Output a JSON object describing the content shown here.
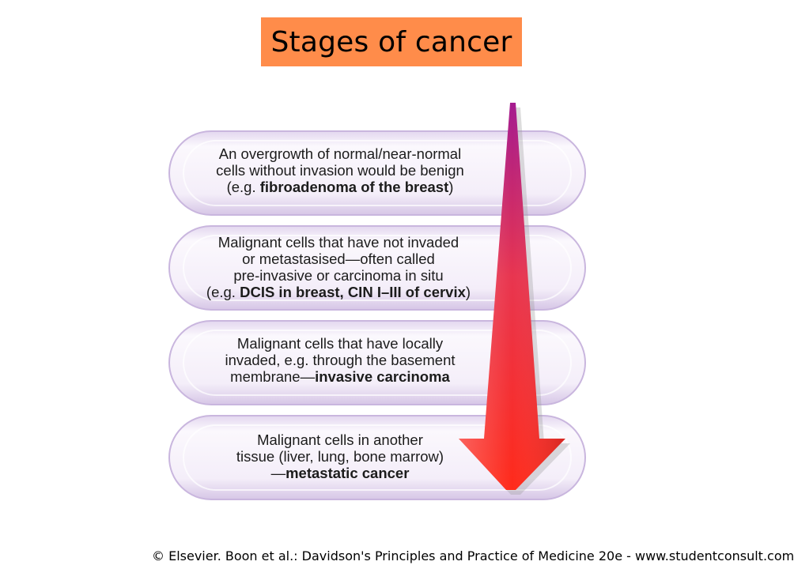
{
  "title": "Stages of cancer",
  "stages": [
    {
      "lines": [
        {
          "parts": [
            {
              "text": "An overgrowth of normal/near-normal",
              "bold": false
            }
          ]
        },
        {
          "parts": [
            {
              "text": "cells without invasion would be benign",
              "bold": false
            }
          ]
        },
        {
          "parts": [
            {
              "text": "(e.g. ",
              "bold": false
            },
            {
              "text": "fibroadenoma of the breast",
              "bold": true
            },
            {
              "text": ")",
              "bold": false
            }
          ]
        }
      ]
    },
    {
      "lines": [
        {
          "parts": [
            {
              "text": "Malignant cells that have not invaded",
              "bold": false
            }
          ]
        },
        {
          "parts": [
            {
              "text": "or metastasised—often called",
              "bold": false
            }
          ]
        },
        {
          "parts": [
            {
              "text": "pre-invasive or carcinoma in situ",
              "bold": false
            }
          ]
        },
        {
          "parts": [
            {
              "text": "(e.g. ",
              "bold": false
            },
            {
              "text": "DCIS in breast, CIN I–III of cervix",
              "bold": true
            },
            {
              "text": ")",
              "bold": false
            }
          ]
        }
      ]
    },
    {
      "lines": [
        {
          "parts": [
            {
              "text": "Malignant cells that have locally",
              "bold": false
            }
          ]
        },
        {
          "parts": [
            {
              "text": "invaded, e.g. through the basement",
              "bold": false
            }
          ]
        },
        {
          "parts": [
            {
              "text": "membrane—",
              "bold": false
            },
            {
              "text": "invasive carcinoma",
              "bold": true
            }
          ]
        }
      ]
    },
    {
      "lines": [
        {
          "parts": [
            {
              "text": "Malignant cells in another",
              "bold": false
            }
          ]
        },
        {
          "parts": [
            {
              "text": "tissue (liver, lung, bone marrow)",
              "bold": false
            }
          ]
        },
        {
          "parts": [
            {
              "text": "—",
              "bold": false
            },
            {
              "text": "metastatic cancer",
              "bold": true
            }
          ]
        }
      ]
    }
  ],
  "footer": "© Elsevier. Boon et al.: Davidson's Principles and Practice of Medicine 20e - www.studentconsult.com",
  "colors": {
    "title_bg": "#ff8c4a",
    "pill_fill": "#f6f1fb",
    "pill_edge": "#cbb8df",
    "arrow_top": "#a01a8c",
    "arrow_bottom": "#ff2a1a"
  }
}
